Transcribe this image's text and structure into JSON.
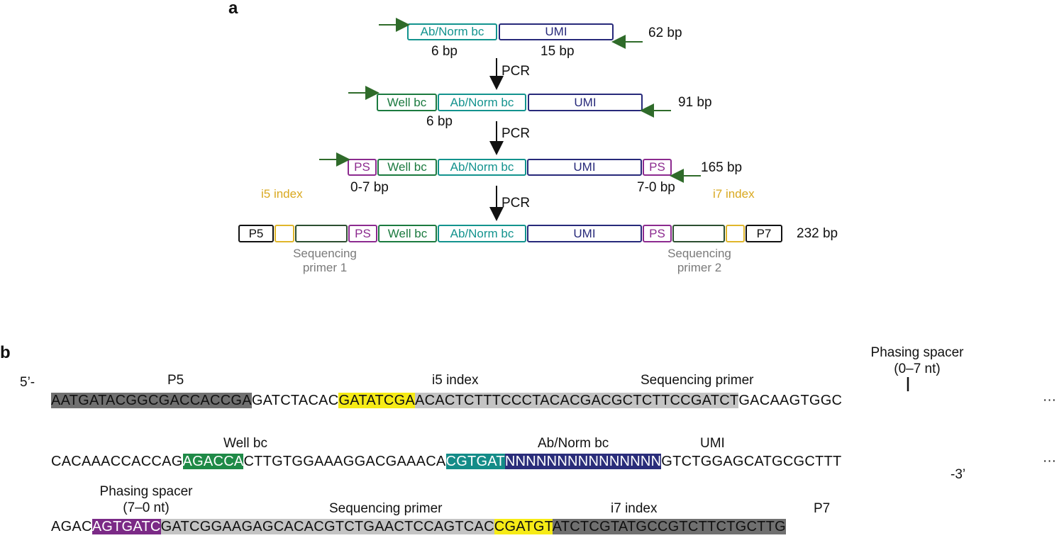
{
  "panel_a": {
    "label": "a",
    "pcr_label": "PCR",
    "row1": {
      "ab": "Ab/Norm bc",
      "umi": "UMI",
      "ab_size": "6 bp",
      "umi_size": "15 bp",
      "total": "62 bp"
    },
    "row2": {
      "well": "Well bc",
      "ab": "Ab/Norm bc",
      "umi": "UMI",
      "well_size": "6 bp",
      "total": "91 bp"
    },
    "row3": {
      "ps": "PS",
      "well": "Well bc",
      "ab": "Ab/Norm bc",
      "umi": "UMI",
      "ps_left_size": "0-7 bp",
      "ps_right_size": "7-0 bp",
      "total": "165 bp"
    },
    "row4": {
      "p5": "P5",
      "ps": "PS",
      "well": "Well bc",
      "ab": "Ab/Norm bc",
      "umi": "UMI",
      "p7": "P7",
      "i5": "i5 index",
      "i7": "i7 index",
      "seq_primer_1": "Sequencing primer 1",
      "seq_primer_2": "Sequencing primer 2",
      "total": "232 bp"
    },
    "colors": {
      "ab": "#13938e",
      "umi": "#27297a",
      "well": "#1b7a3f",
      "ps": "#8c2a8f",
      "index": "#e0b62a",
      "seq": "#2c4e30",
      "arrow": "#2f6b2a"
    }
  },
  "panel_b": {
    "label": "b",
    "five_prime": "5’-",
    "three_prime": "-3’",
    "ellipsis": "···",
    "line1": {
      "p5": "AATGATACGGCGACCACCGA",
      "s1": "GATCTACAC",
      "i5": "GATATCGA",
      "seq": "ACACTCTTTCCCTACACGACGCTCTTCCGATCT",
      "s2": "GACAAGTGGC"
    },
    "line2": {
      "s1": "CACAAACCACCAG",
      "well": "AGACCA",
      "s2": "CTTGTGGAAAGGACGAAACA",
      "ab": "CGTGAT",
      "umi": "NNNNNNNNNNNNNNN",
      "s3": "GTCTGGAGCATGCGCTTT"
    },
    "line3": {
      "s1": "AGAC",
      "ps": "AGTGATC",
      "seq": "GATCGGAAGAGCACACGTCTGAACTCCAGTCAC",
      "i7": "CGATGT",
      "p7": "ATCTCGTATGCCGTCTTCTGCTTG"
    },
    "annotations": {
      "p5": "P5",
      "i5": "i5 index",
      "seq_primer": "Sequencing primer",
      "phasing_top_1": "Phasing spacer",
      "phasing_top_2": "(0–7 nt)",
      "well": "Well bc",
      "ab": "Ab/Norm bc",
      "umi": "UMI",
      "phasing_bot_1": "Phasing spacer",
      "phasing_bot_2": "(7–0 nt)",
      "seq_primer_2": "Sequencing primer",
      "i7": "i7 index",
      "p7": "P7"
    }
  }
}
